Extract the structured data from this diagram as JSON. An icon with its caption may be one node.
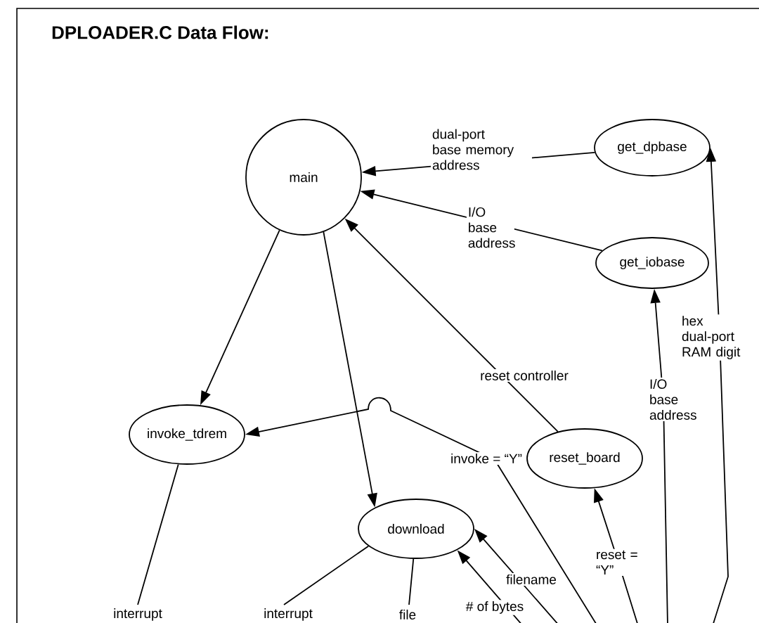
{
  "diagram": {
    "title": "DPLOADER.C Data Flow:",
    "nodes": [
      {
        "text": [
          "main"
        ]
      },
      {
        "text": [
          "get_dpbase"
        ]
      },
      {
        "text": [
          "get_iobase"
        ]
      },
      {
        "text": [
          "invoke_tdrem"
        ]
      },
      {
        "text": [
          "reset_board"
        ]
      },
      {
        "text": [
          "download"
        ]
      }
    ],
    "edges": [
      {
        "from": 1,
        "to": 0,
        "arrow": "to",
        "label": "dual-port base memory address"
      },
      {
        "from": 2,
        "to": 0,
        "arrow": "to",
        "label": "I/O base address"
      },
      {
        "from": 4,
        "to": 0,
        "arrow": "to",
        "label": "reset controller"
      },
      {
        "from": 0,
        "to": 3,
        "arrow": "to"
      },
      {
        "from": 0,
        "to": 5,
        "arrow": "to"
      },
      {
        "from": null,
        "to": 3,
        "arrow": "to",
        "label": "invoke = “Y”"
      },
      {
        "from": null,
        "to": 4,
        "arrow": "to",
        "label": "reset = “Y”"
      },
      {
        "from": null,
        "to": 2,
        "arrow": "to",
        "label": "I/O base address"
      },
      {
        "from": null,
        "to": 1,
        "arrow": "to",
        "label": "hex dual-port RAM digit"
      },
      {
        "from": null,
        "to": 5,
        "arrow": "to",
        "label": "filename"
      },
      {
        "from": null,
        "to": 5,
        "arrow": "to",
        "label": "# of bytes"
      },
      {
        "from": 3,
        "to": null,
        "arrow": "none",
        "label": "interrupt"
      },
      {
        "from": 5,
        "to": null,
        "arrow": "none",
        "label": "interrupt"
      },
      {
        "from": 5,
        "to": null,
        "arrow": "none",
        "label": "file"
      }
    ]
  }
}
